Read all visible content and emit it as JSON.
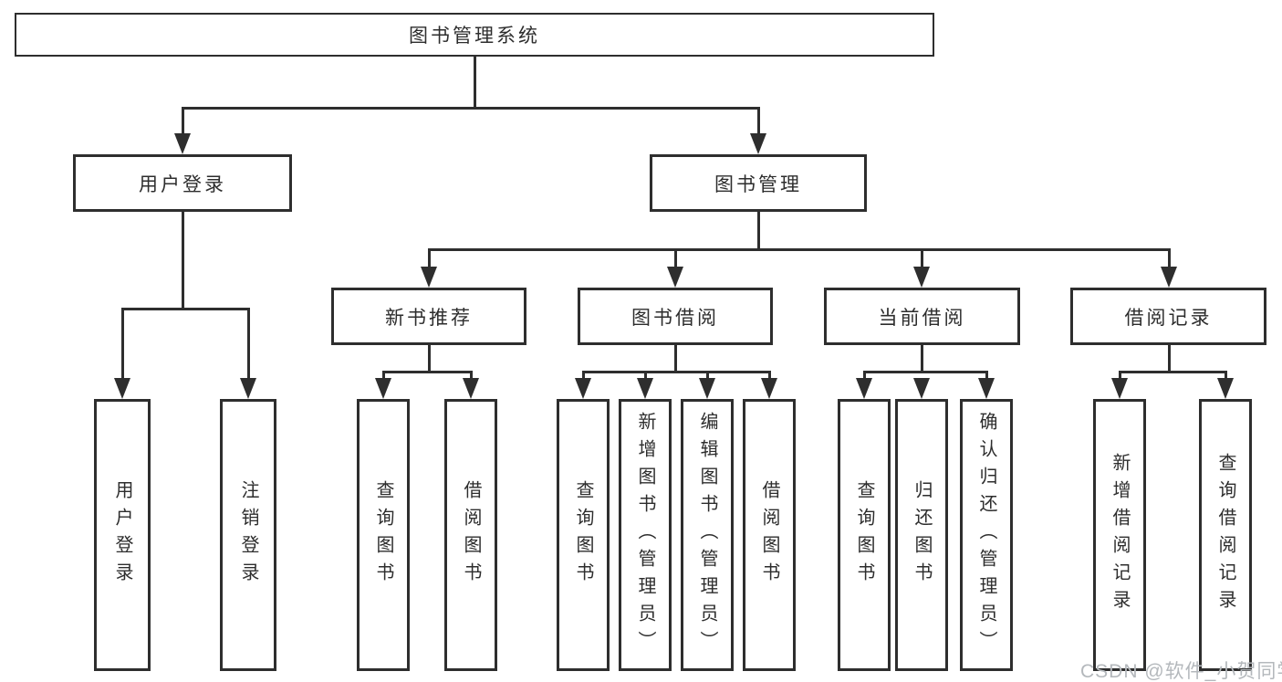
{
  "diagram": {
    "tree": {
      "root": {
        "label": "图书管理系统"
      },
      "children": [
        {
          "label": "用户登录",
          "children": [
            {
              "label": "用户登录"
            },
            {
              "label": "注销登录"
            }
          ]
        },
        {
          "label": "图书管理",
          "children": [
            {
              "label": "新书推荐",
              "children": [
                {
                  "label": "查询图书"
                },
                {
                  "label": "借阅图书"
                }
              ]
            },
            {
              "label": "图书借阅",
              "children": [
                {
                  "label": "查询图书"
                },
                {
                  "label": "新增图书（管理员）"
                },
                {
                  "label": "编辑图书（管理员）"
                },
                {
                  "label": "借阅图书"
                }
              ]
            },
            {
              "label": "当前借阅",
              "children": [
                {
                  "label": "查询图书"
                },
                {
                  "label": "归还图书"
                },
                {
                  "label": "确认归还（管理员）"
                }
              ]
            },
            {
              "label": "借阅记录",
              "children": [
                {
                  "label": "新增借阅记录"
                },
                {
                  "label": "查询借阅记录"
                }
              ]
            }
          ]
        }
      ]
    },
    "watermark": {
      "text": "CSDN @软件_小贺同学"
    },
    "colors": {
      "line": "#2e2e2e",
      "text": "#2d2d2d",
      "background": "#ffffff",
      "watermark": "#b4b8bc"
    }
  }
}
